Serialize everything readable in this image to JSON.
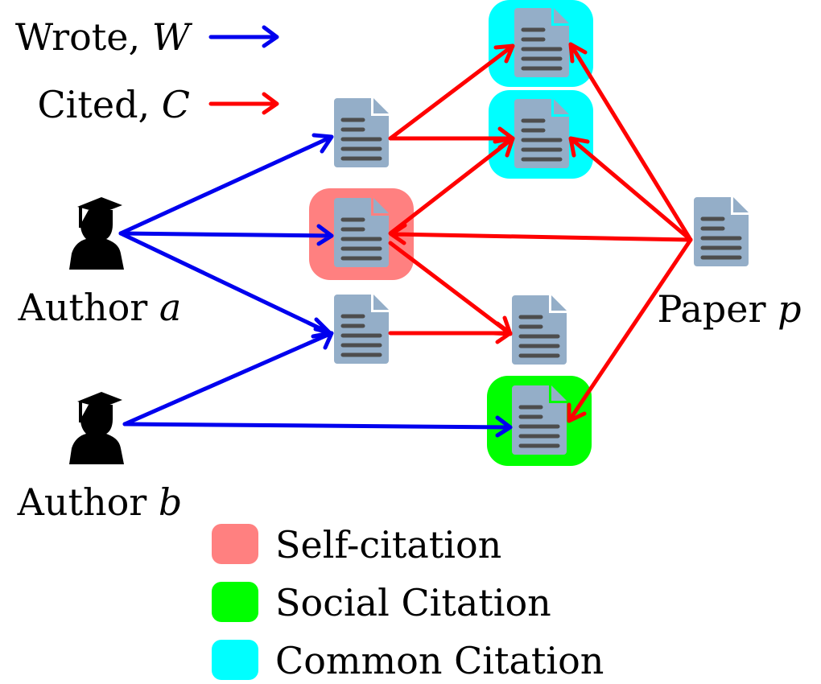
{
  "legend_top": {
    "wrote": {
      "label": "Wrote, ",
      "symbol": "W",
      "color": "#0000ee"
    },
    "cited": {
      "label": "Cited, ",
      "symbol": "C",
      "color": "#ff0000"
    }
  },
  "authors": [
    {
      "id": "a",
      "label": "Author ",
      "symbol": "a"
    },
    {
      "id": "b",
      "label": "Author ",
      "symbol": "b"
    }
  ],
  "paper_p": {
    "label": "Paper ",
    "symbol": "p"
  },
  "papers": [
    {
      "id": "a1",
      "highlight": null
    },
    {
      "id": "a2",
      "highlight": "self"
    },
    {
      "id": "a3",
      "highlight": null
    },
    {
      "id": "t1",
      "highlight": "common"
    },
    {
      "id": "t2",
      "highlight": "common"
    },
    {
      "id": "m",
      "highlight": null
    },
    {
      "id": "s",
      "highlight": "social"
    },
    {
      "id": "p",
      "highlight": null
    }
  ],
  "edges": [
    {
      "type": "wrote",
      "from": "author_a",
      "to": "a1"
    },
    {
      "type": "wrote",
      "from": "author_a",
      "to": "a2"
    },
    {
      "type": "wrote",
      "from": "author_a",
      "to": "a3"
    },
    {
      "type": "wrote",
      "from": "author_b",
      "to": "a3"
    },
    {
      "type": "wrote",
      "from": "author_b",
      "to": "s"
    },
    {
      "type": "cited",
      "from": "a1",
      "to": "t1"
    },
    {
      "type": "cited",
      "from": "a1",
      "to": "t2"
    },
    {
      "type": "cited",
      "from": "a2",
      "to": "t2"
    },
    {
      "type": "cited",
      "from": "a2",
      "to": "m"
    },
    {
      "type": "cited",
      "from": "a3",
      "to": "m"
    },
    {
      "type": "cited",
      "from": "p",
      "to": "t1"
    },
    {
      "type": "cited",
      "from": "p",
      "to": "t2"
    },
    {
      "type": "cited",
      "from": "p",
      "to": "a2"
    },
    {
      "type": "cited",
      "from": "p",
      "to": "s"
    }
  ],
  "legend_bottom": [
    {
      "key": "self",
      "label": "Self-citation",
      "color": "#ff8080"
    },
    {
      "key": "social",
      "label": "Social Citation",
      "color": "#00ff00"
    },
    {
      "key": "common",
      "label": "Common Citation",
      "color": "#00ffff"
    }
  ],
  "colors": {
    "doc": "#94aec8",
    "doc_lines": "#4d4d4d",
    "wrote": "#0000ee",
    "cited": "#ff0000"
  }
}
